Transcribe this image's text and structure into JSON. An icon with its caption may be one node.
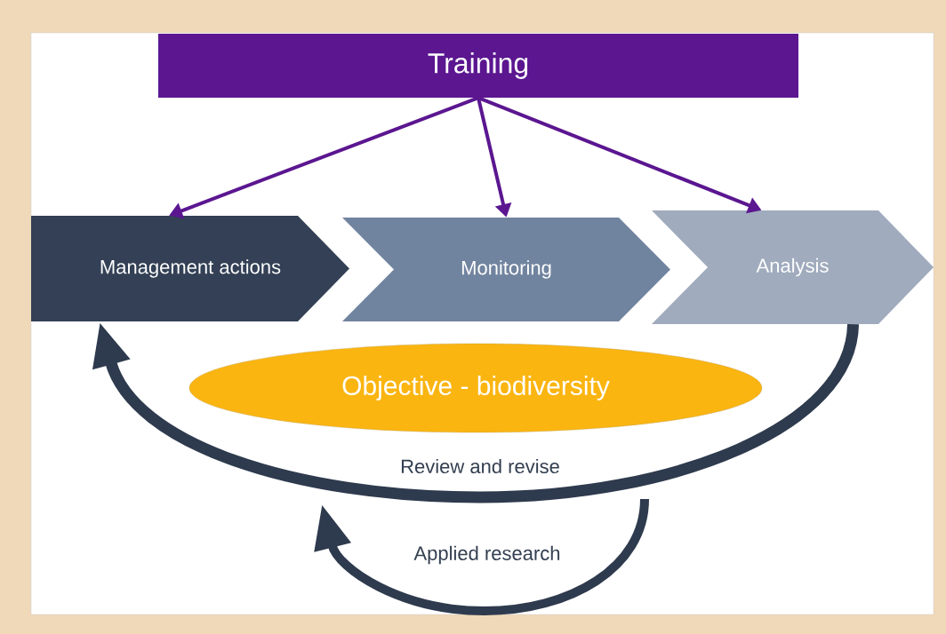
{
  "diagram": {
    "nodes": [
      {
        "text": [
          "Training"
        ]
      },
      {
        "text": [
          "Management actions"
        ]
      },
      {
        "text": [
          "Monitoring"
        ]
      },
      {
        "text": [
          "Analysis"
        ]
      },
      {
        "text": [
          "Objective - biodiversity"
        ]
      }
    ],
    "edges": [
      {
        "from": 0,
        "to": 1,
        "arrow": "to"
      },
      {
        "from": 0,
        "to": 2,
        "arrow": "to"
      },
      {
        "from": 0,
        "to": 3,
        "arrow": "to"
      },
      {
        "from": 3,
        "to": 1,
        "arrow": "to",
        "label": "Review and revise",
        "style": "thick",
        "color": "#2e3a4d"
      }
    ],
    "labels": [
      "Applied research"
    ]
  }
}
